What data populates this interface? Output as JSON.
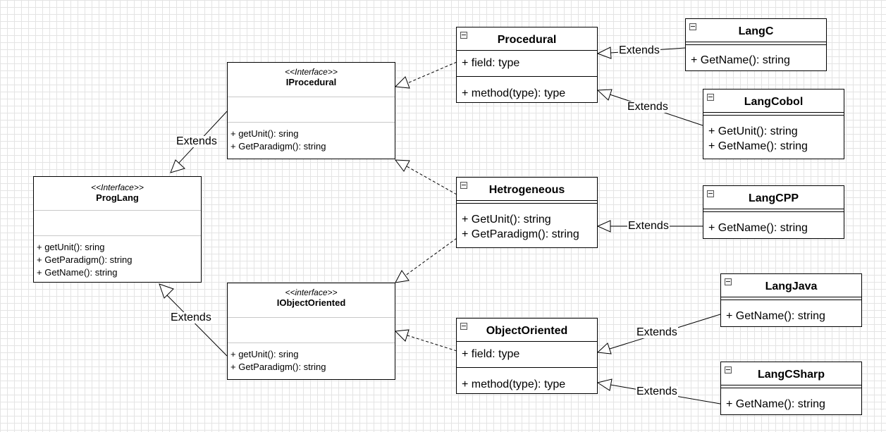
{
  "edge_label": "Extends",
  "interfaces": {
    "prog_lang": {
      "stereotype": "<<Interface>>",
      "name": "ProgLang",
      "methods": [
        "+ getUnit(): sring",
        "+ GetParadigm(): string",
        "+ GetName(): string"
      ]
    },
    "i_procedural": {
      "stereotype": "<<Interface>>",
      "name": "IProcedural",
      "methods": [
        "+ getUnit(): sring",
        "+ GetParadigm(): string"
      ]
    },
    "i_object_oriented": {
      "stereotype": "<<interface>>",
      "name": "IObjectOriented",
      "methods": [
        "+ getUnit(): sring",
        "+ GetParadigm(): string"
      ]
    }
  },
  "classes": {
    "procedural": {
      "name": "Procedural",
      "fields": [
        "+ field: type"
      ],
      "methods": [
        "+ method(type): type"
      ]
    },
    "hetrogeneous": {
      "name": "Hetrogeneous",
      "methods": [
        "+ GetUnit(): string",
        "+ GetParadigm(): string"
      ]
    },
    "object_oriented": {
      "name": "ObjectOriented",
      "fields": [
        "+ field: type"
      ],
      "methods": [
        "+ method(type): type"
      ]
    },
    "lang_c": {
      "name": "LangC",
      "methods": [
        "+ GetName(): string"
      ]
    },
    "lang_cobol": {
      "name": "LangCobol",
      "methods": [
        "+ GetUnit(): string",
        "+ GetName(): string"
      ]
    },
    "lang_cpp": {
      "name": "LangCPP",
      "methods": [
        "+ GetName(): string"
      ]
    },
    "lang_java": {
      "name": "LangJava",
      "methods": [
        "+ GetName(): string"
      ]
    },
    "lang_csharp": {
      "name": "LangCSharp",
      "methods": [
        "+ GetName(): string"
      ]
    }
  }
}
